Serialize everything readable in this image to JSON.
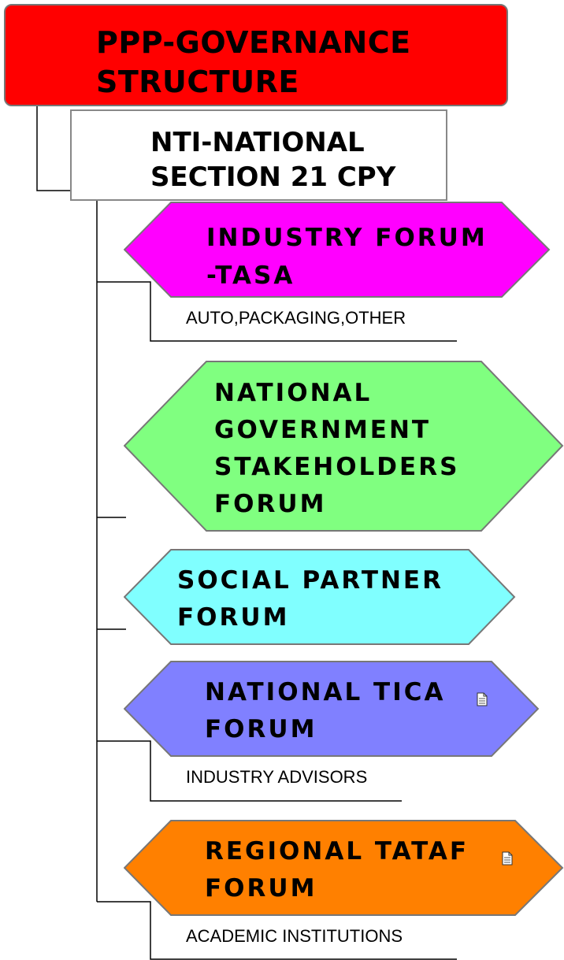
{
  "title": {
    "line1": "PPP-GOVERNANCE",
    "line2": "STRUCTURE"
  },
  "nti": {
    "line1": "NTI-NATIONAL",
    "line2": "SECTION 21 CPY"
  },
  "forums": [
    {
      "lines": [
        "INDUSTRY FORUM",
        "-TASA"
      ],
      "color": "#ff00ff",
      "sub": "AUTO,PACKAGING,OTHER"
    },
    {
      "lines": [
        "NATIONAL",
        "GOVERNMENT",
        "STAKEHOLDERS",
        "FORUM"
      ],
      "color": "#80ff80",
      "sub": ""
    },
    {
      "lines": [
        "SOCIAL PARTNER",
        "FORUM"
      ],
      "color": "#80ffff",
      "sub": ""
    },
    {
      "lines": [
        "NATIONAL TICA",
        "FORUM"
      ],
      "color": "#8080ff",
      "sub": "INDUSTRY ADVISORS",
      "icon": "document-icon"
    },
    {
      "lines": [
        "REGIONAL TATAF",
        "FORUM"
      ],
      "color": "#ff8000",
      "sub": "ACADEMIC INSTITUTIONS",
      "icon": "document-icon"
    }
  ]
}
